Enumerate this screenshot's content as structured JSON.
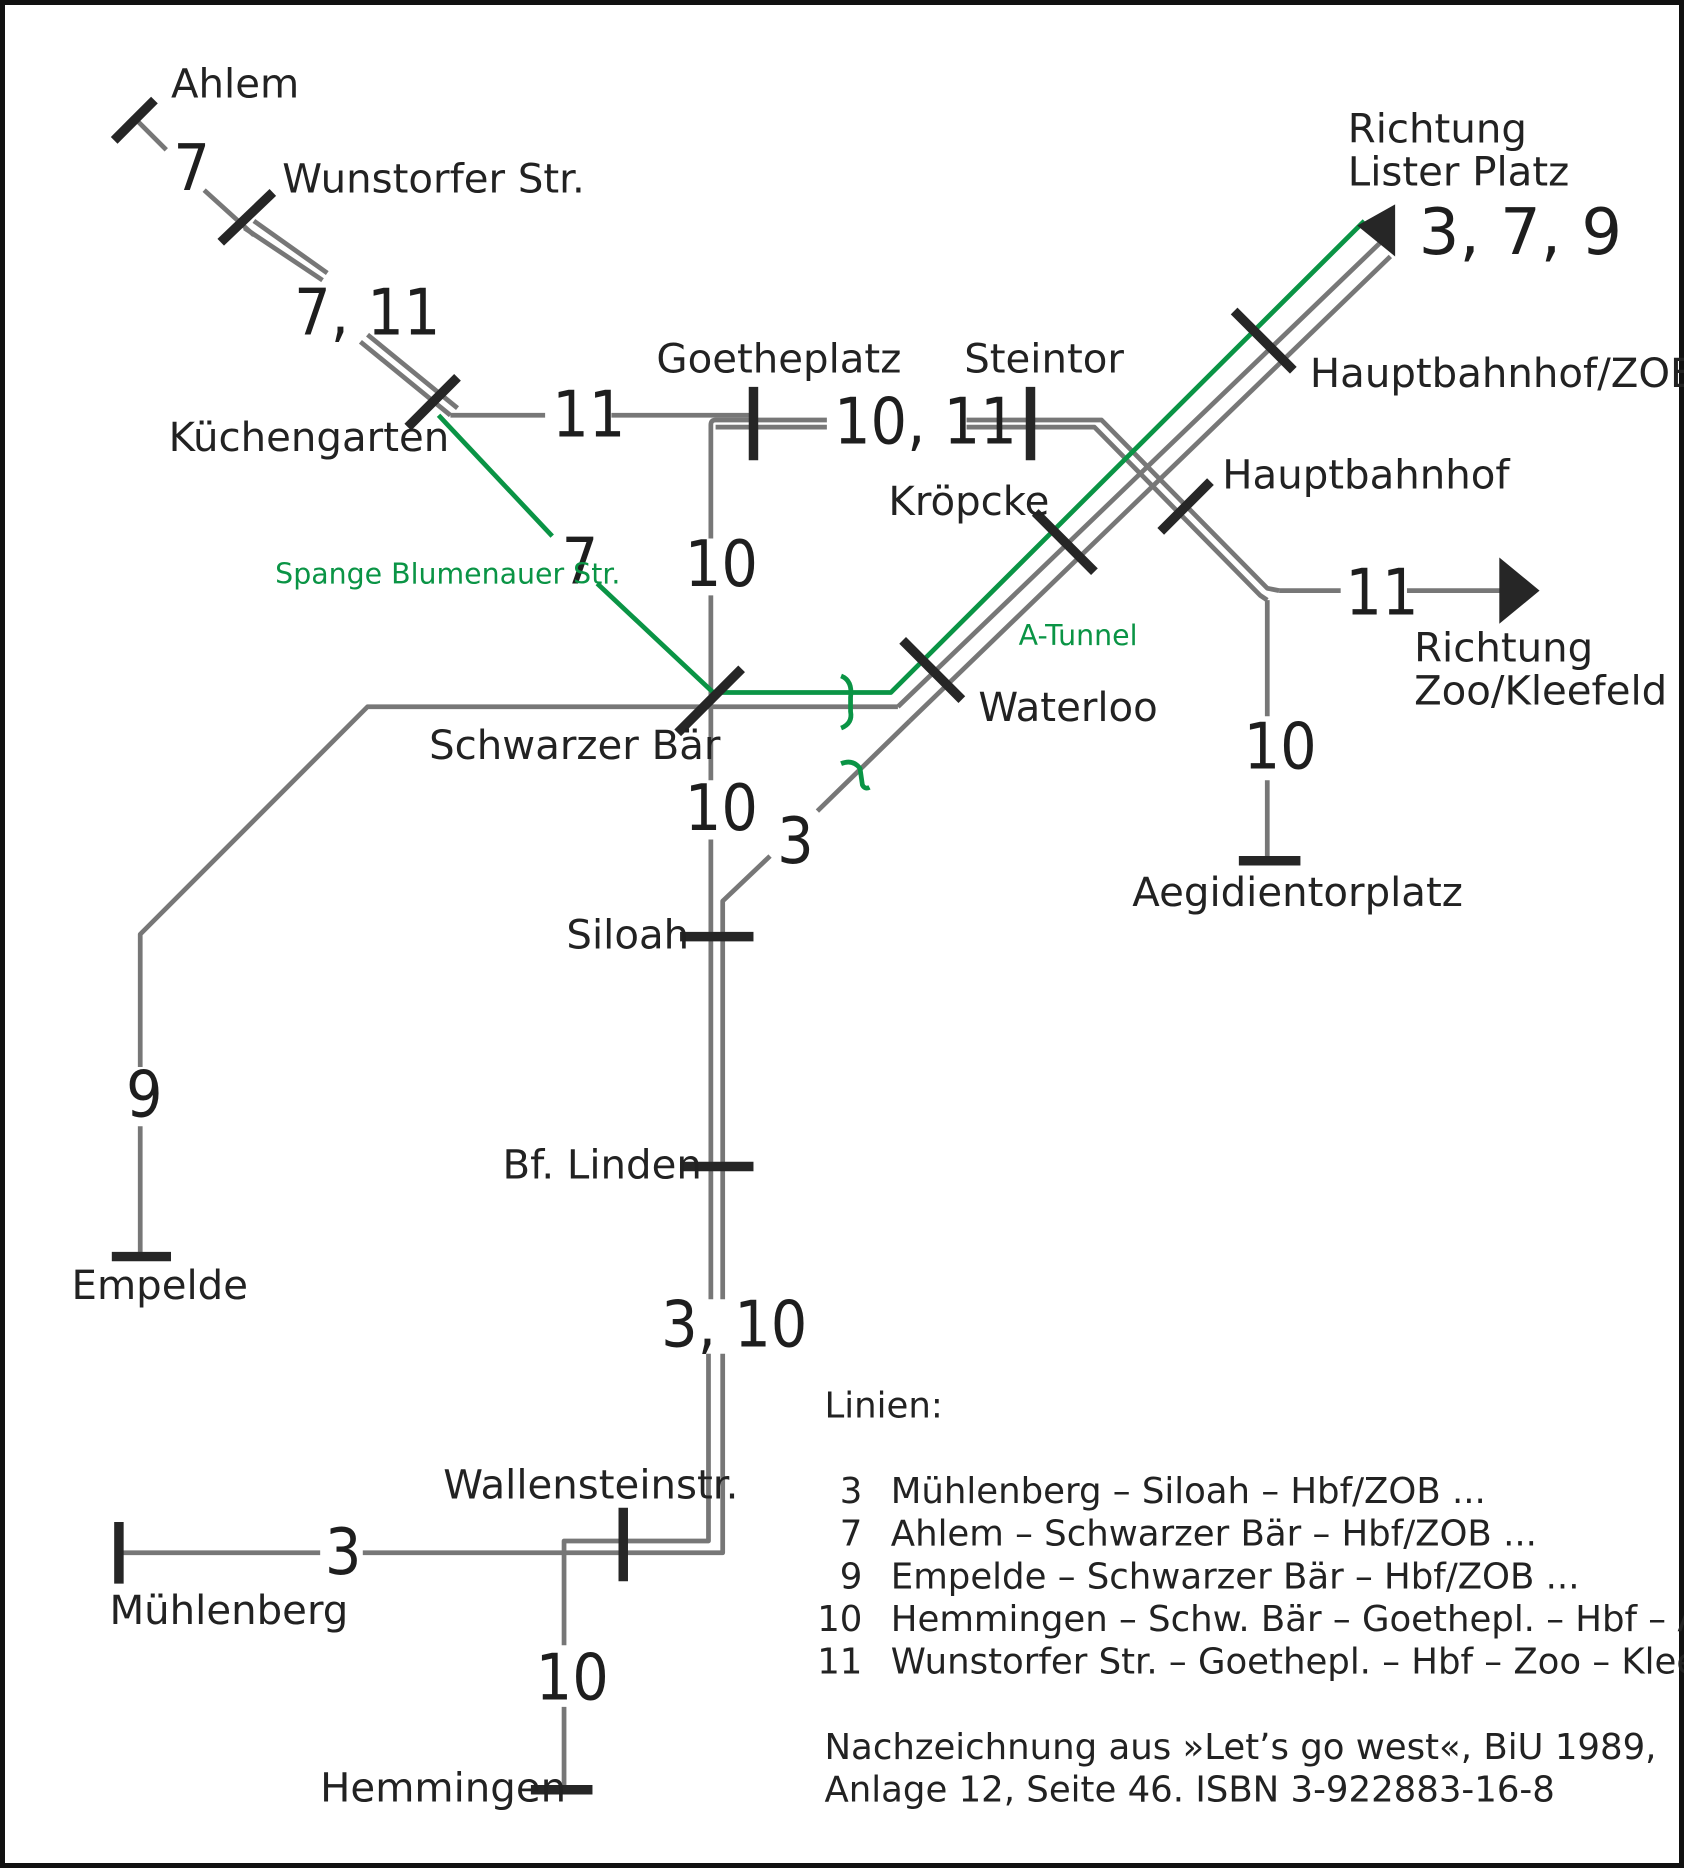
{
  "stations": {
    "ahlem": "Ahlem",
    "wunstorfer": "Wunstorfer Str.",
    "kuechengarten": "Küchengarten",
    "goetheplatz": "Goetheplatz",
    "steintor": "Steintor",
    "hbf_zob": "Hauptbahnhof/ZOB",
    "hauptbahnhof": "Hauptbahnhof",
    "kroepcke": "Kröpcke",
    "waterloo": "Waterloo",
    "schwarzer_baer": "Schwarzer Bär",
    "siloah": "Siloah",
    "bf_linden": "Bf. Linden",
    "wallensteinstr": "Wallensteinstr.",
    "muehlenberg": "Mühlenberg",
    "hemmingen": "Hemmingen",
    "empelde": "Empelde",
    "aegidientorplatz": "Aegidientorplatz"
  },
  "directions": {
    "lister_1": "Richtung",
    "lister_2": "Lister Platz",
    "lister_lines": "3, 7, 9",
    "zoo_1": "Richtung",
    "zoo_2": "Zoo/Kleefeld"
  },
  "line_labels": {
    "l7_top": "7",
    "l7_11": "7, 11",
    "l11_goethe": "11",
    "l10_11": "10, 11",
    "l7_spange": "7",
    "l10_upper": "10",
    "l10_lower": "10",
    "l3_mid": "3",
    "l11_east": "11",
    "l10_aegi": "10",
    "l9": "9",
    "l3_10": "3, 10",
    "l3_west": "3",
    "l10_hemmingen": "10"
  },
  "annotations": {
    "spange": "Spange Blumenauer Str.",
    "a_tunnel": "A-Tunnel"
  },
  "legend": {
    "title": "Linien:",
    "entries": [
      {
        "num": "3",
        "route": "Mühlenberg – Siloah – Hbf/ZOB ..."
      },
      {
        "num": "7",
        "route": "Ahlem – Schwarzer Bär – Hbf/ZOB ..."
      },
      {
        "num": "9",
        "route": "Empelde – Schwarzer Bär – Hbf/ZOB ..."
      },
      {
        "num": "10",
        "route": "Hemmingen – Schw. Bär – Goethepl. – Hbf – Aegi"
      },
      {
        "num": "11",
        "route": "Wunstorfer Str. – Goethepl. – Hbf – Zoo – Kleefeld"
      }
    ],
    "credit_1": "Nachzeichnung aus »Let’s go west«, BiU 1989,",
    "credit_2": "Anlage 12, Seite 46. ISBN 3-922883-16-8"
  },
  "colors": {
    "line_gray": "#777777",
    "tunnel_green": "#0a9445",
    "station_tick": "#262626"
  }
}
